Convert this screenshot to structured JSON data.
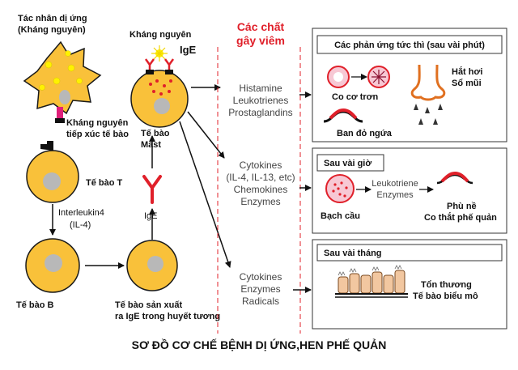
{
  "title": "SƠ ĐỒ CƠ CHẾ BỆNH DỊ ỨNG,HEN PHẾ QUẢN",
  "left": {
    "allergen_label": [
      "Tác nhân dị ứng",
      "(Kháng nguyên)"
    ],
    "contact_label": [
      "Kháng nguyên",
      "tiếp xúc tế bào"
    ],
    "t_cell": "Tế bào T",
    "interleukin": [
      "Interleukin4",
      "(IL-4)"
    ],
    "b_cell": "Tế bào B",
    "producer": [
      "Tế bào sản xuất",
      "ra IgE trong huyết tương"
    ],
    "antigen_top": "Kháng nguyên",
    "ige_top": "IgE",
    "ige_mid": "IgE",
    "mast": [
      "Tế bào",
      "Mast"
    ]
  },
  "mediators": {
    "header": [
      "Các chất",
      "gây viêm"
    ],
    "group1": [
      "Histamine",
      "Leukotrienes",
      "Prostaglandins"
    ],
    "group2": [
      "Cytokines",
      "(IL-4, IL-13, etc)",
      "Chemokines",
      "Enzymes"
    ],
    "group3": [
      "Cytokines",
      "Enzymes",
      "Radicals"
    ]
  },
  "panels": {
    "p1": {
      "header": "Các phản ứng tức thì (sau vài phút)",
      "smooth_muscle": "Co cơ trơn",
      "sneeze": [
        "Hắt hơi",
        "Sổ mũi"
      ],
      "rash": "Ban đỏ ngứa"
    },
    "p2": {
      "header": "Sau vài giờ",
      "leukotriene": [
        "Leukotriene",
        "Enzymes"
      ],
      "leukocyte": "Bạch cầu",
      "swelling": [
        "Phù nề",
        "Co thắt phế quản"
      ]
    },
    "p3": {
      "header": "Sau vài tháng",
      "damage": [
        "Tổn thương",
        "Tế bào biểu mô"
      ]
    }
  },
  "colors": {
    "cell_fill": "#f9c13a",
    "cell_stroke": "#1a1a1a",
    "nucleus": "#b8b8b8",
    "accent_red": "#e0202a",
    "allergen_dot": "#fff200"
  }
}
